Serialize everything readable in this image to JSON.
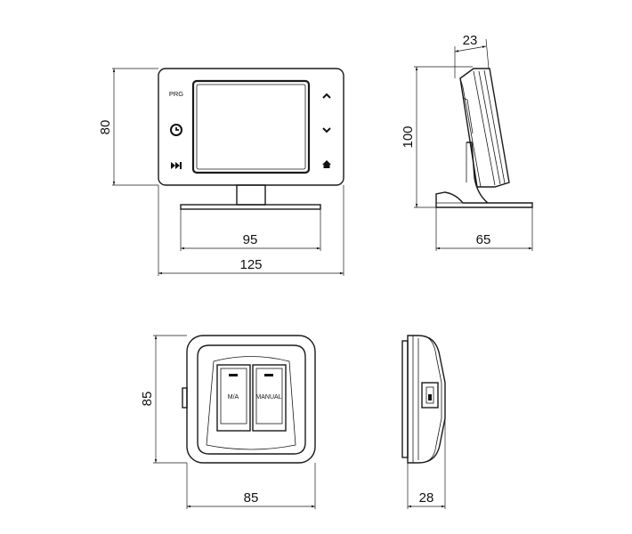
{
  "device_front": {
    "button_label": "PRG",
    "icons": [
      "clock-icon",
      "skip-forward-icon",
      "chevron-up-icon",
      "chevron-down-icon",
      "home-icon"
    ]
  },
  "dimensions": {
    "front_height": "80",
    "stand_width": "95",
    "front_width": "125",
    "side_depth_top": "23",
    "side_height": "100",
    "side_base_depth": "65",
    "switch_height": "85",
    "switch_width": "85",
    "switch_depth": "28"
  },
  "switch_panel": {
    "left_button_label": "M/A",
    "right_button_label": "MANUAL"
  }
}
